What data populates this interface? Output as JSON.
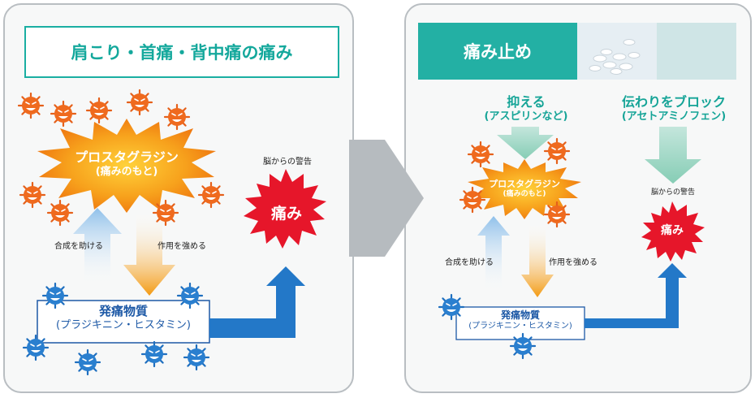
{
  "left": {
    "title": "肩こり・首痛・背中痛の痛み",
    "prosta_line1": "プロスタグラジン",
    "prosta_line2": "(痛みのもと)",
    "brain_warning": "脳からの警告",
    "pain": "痛み",
    "synth_help": "合成を助ける",
    "strengthen": "作用を強める",
    "substance_line1": "発痛物質",
    "substance_line2": "(プラジキニン・ヒスタミン)"
  },
  "right": {
    "title": "痛み止め",
    "suppress_line1": "抑える",
    "suppress_line2": "(アスピリンなど)",
    "block_line1": "伝わりをブロック",
    "block_line2": "(アセトアミノフェン)",
    "prosta_line1": "プロスタグラジン",
    "prosta_line2": "(痛みのもと)",
    "brain_warning": "脳からの警告",
    "pain": "痛み",
    "synth_help": "合成を助ける",
    "strengthen": "作用を強める",
    "substance_line1": "発痛物質",
    "substance_line2": "(プラジキニン・ヒスタミン)"
  },
  "colors": {
    "teal": "#1aaea2",
    "orange": "#f08c14",
    "red": "#e5182a",
    "blue": "#2176c8",
    "gray_frame": "#b9bec2"
  }
}
